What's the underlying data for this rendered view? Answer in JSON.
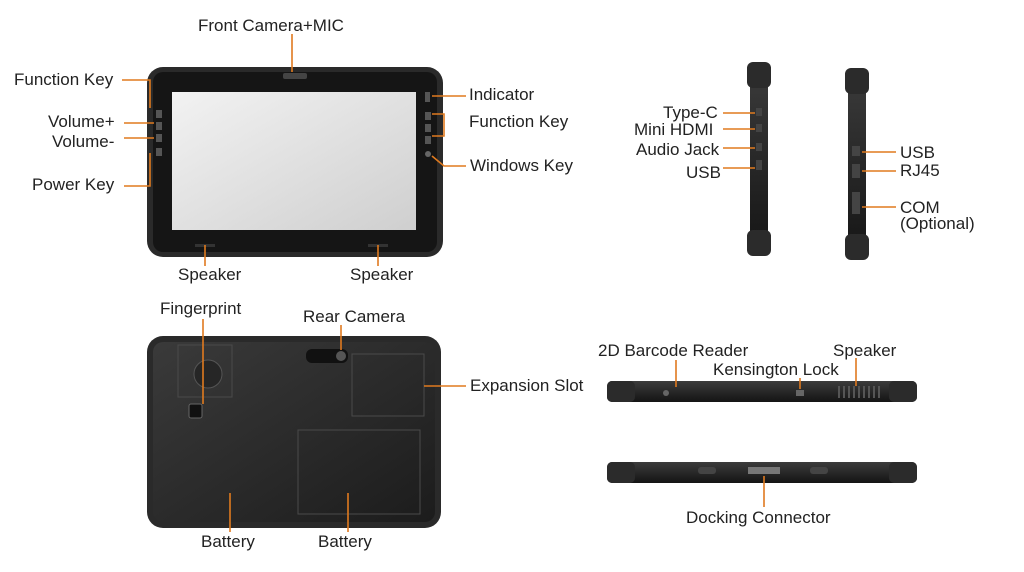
{
  "front": {
    "front_camera_mic": "Front Camera+MIC",
    "function_key_left": "Function Key",
    "volume_up": "Volume+",
    "volume_down": "Volume-",
    "power_key": "Power Key",
    "indicator": "Indicator",
    "function_key_right": "Function Key",
    "windows_key": "Windows Key",
    "speaker_left": "Speaker",
    "speaker_right": "Speaker"
  },
  "side_left": {
    "type_c": "Type-C",
    "mini_hdmi": "Mini HDMI",
    "audio_jack": "Audio Jack",
    "usb": "USB"
  },
  "side_right": {
    "usb": "USB",
    "rj45": "RJ45",
    "com": "COM",
    "com_note": "(Optional)"
  },
  "back": {
    "fingerprint": "Fingerprint",
    "rear_camera": "Rear Camera",
    "expansion_slot": "Expansion Slot",
    "battery_left": "Battery",
    "battery_right": "Battery"
  },
  "top_edge": {
    "barcode_reader": "2D Barcode Reader",
    "kensington_lock": "Kensington Lock",
    "speaker": "Speaker"
  },
  "bottom_edge": {
    "docking_connector": "Docking Connector"
  },
  "colors": {
    "leader_line": "#e07a1f",
    "body_dark": "#1d1d1d",
    "bumper": "#2b2b2b",
    "screen": "#e4e4e4"
  }
}
